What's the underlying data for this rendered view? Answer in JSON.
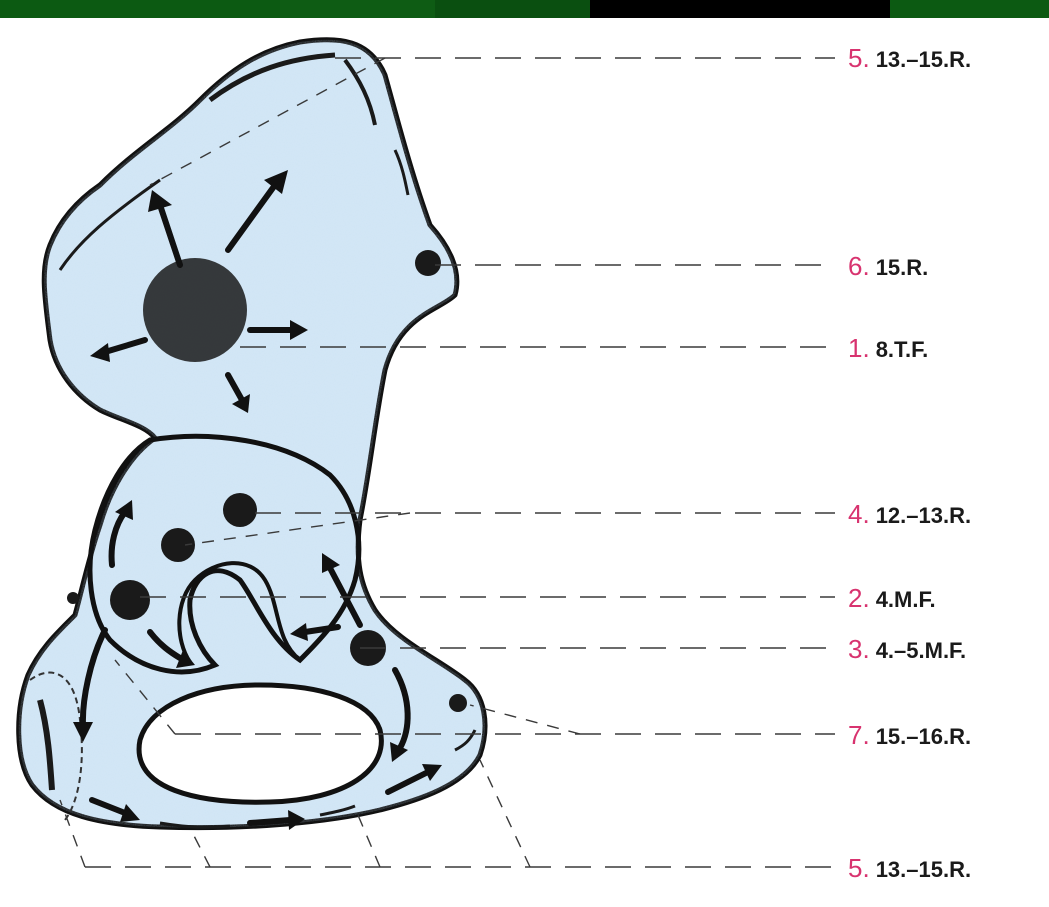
{
  "top_bar_colors": [
    "#0c5a12",
    "#0c5a12",
    "#0e5c14",
    "#0a4f10",
    "#000000",
    "#0c5a12"
  ],
  "bone_fill": "#d4e7f6",
  "label_number_color": "#d8336f",
  "labels": [
    {
      "number": "5.",
      "text": "13.–15.R."
    },
    {
      "number": "6.",
      "text": "15.R."
    },
    {
      "number": "1.",
      "text": "8.T.F."
    },
    {
      "number": "4.",
      "text": "12.–13.R."
    },
    {
      "number": "2.",
      "text": "4.M.F."
    },
    {
      "number": "3.",
      "text": "4.–5.M.F."
    },
    {
      "number": "7.",
      "text": "15.–16.R."
    },
    {
      "number": "5.",
      "text": "13.–15.R."
    }
  ]
}
